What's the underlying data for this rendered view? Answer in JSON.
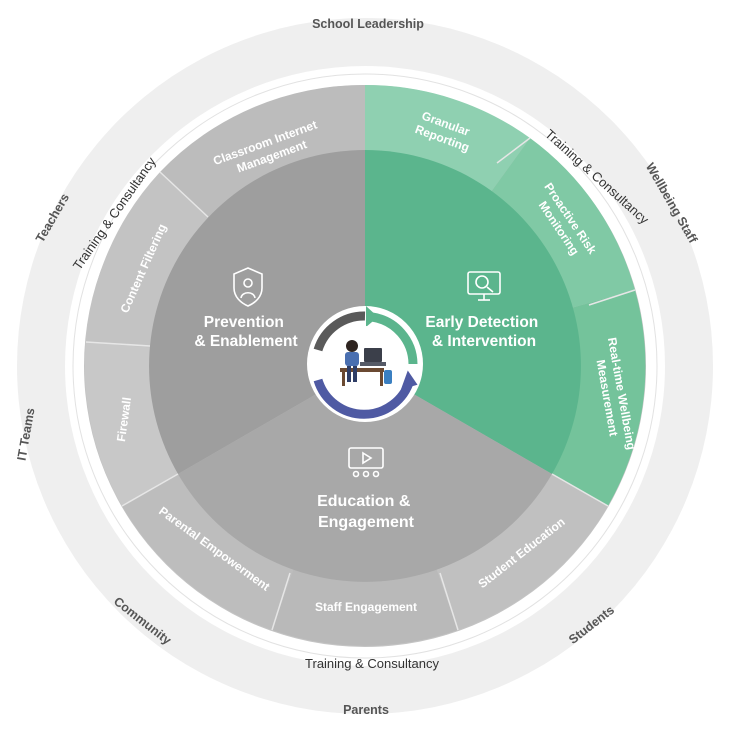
{
  "stakeholders": {
    "top": "School Leadership",
    "upper_right": "Wellbeing Staff",
    "lower_right": "Students",
    "bottom": "Parents",
    "lower_left": "Community",
    "left": "IT Teams",
    "upper_left": "Teachers"
  },
  "training": {
    "upper_left": "Training & Consultancy",
    "upper_right": "Training & Consultancy",
    "bottom": "Training & Consultancy"
  },
  "sections": {
    "prevention": {
      "title_line1": "Prevention",
      "title_line2": "& Enablement",
      "icon": "shield-person-icon",
      "color": "#9e9e9e",
      "segments": {
        "classroom_line1": "Classroom Internet",
        "classroom_line2": "Management",
        "content_filtering": "Content Filtering",
        "firewall": "Firewall"
      }
    },
    "detection": {
      "title_line1": "Early Detection",
      "title_line2": "& Intervention",
      "icon": "magnifier-monitor-icon",
      "color": "#5bb58d",
      "segments": {
        "granular_line1": "Granular",
        "granular_line2": "Reporting",
        "proactive_line1": "Proactive Risk",
        "proactive_line2": "Monitoring",
        "realtime_line1": "Real-time Wellbeing",
        "realtime_line2": "Measurement"
      }
    },
    "education": {
      "title_line1": "Education &",
      "title_line2": "Engagement",
      "icon": "presentation-audience-icon",
      "color": "#a8a8a8",
      "segments": {
        "parental": "Parental Empowerment",
        "staff": "Staff Engagement",
        "student": "Student Education"
      }
    }
  },
  "center": {
    "icon": "student-at-desk-icon"
  }
}
